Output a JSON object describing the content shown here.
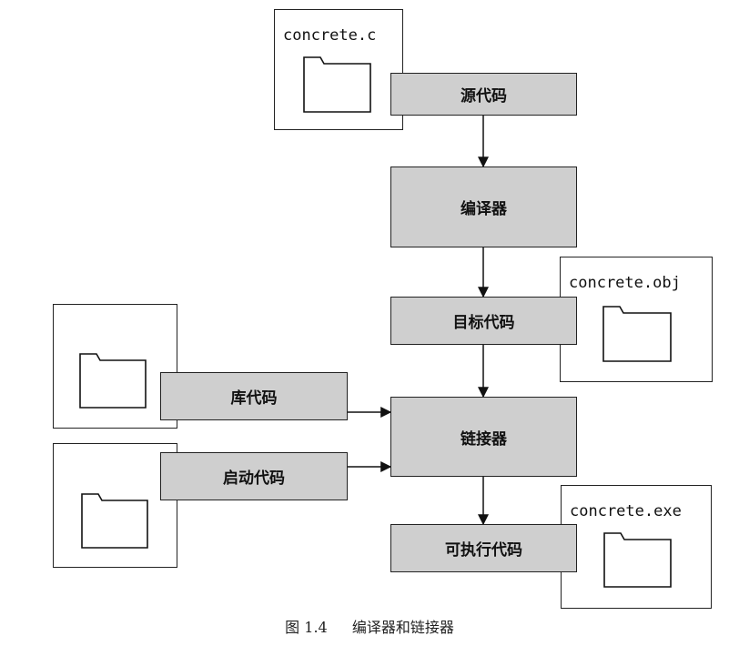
{
  "files": {
    "source": "concrete.c",
    "object": "concrete.obj",
    "exe": "concrete.exe"
  },
  "steps": {
    "source_code": "源代码",
    "compiler": "编译器",
    "object_code": "目标代码",
    "library_code": "库代码",
    "startup_code": "启动代码",
    "linker": "链接器",
    "executable_code": "可执行代码"
  },
  "caption": {
    "number": "图 1.4",
    "title": "编译器和链接器"
  }
}
